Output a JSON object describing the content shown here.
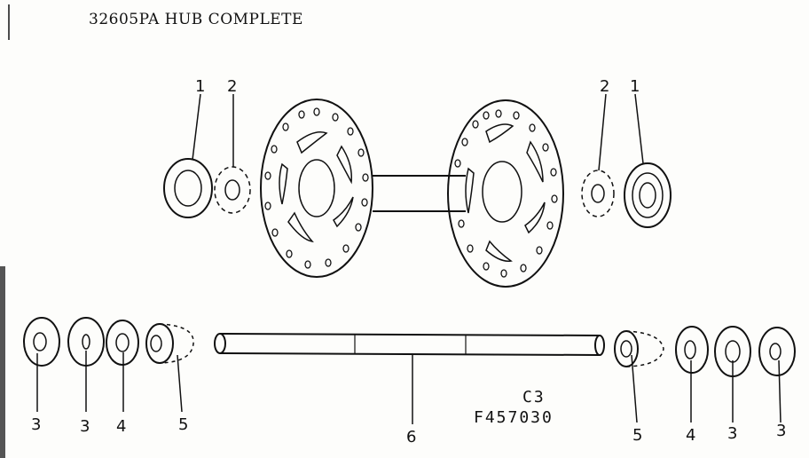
{
  "title": "32605PA HUB COMPLETE",
  "drawing_code": "C3",
  "drawing_number": "F457030",
  "callouts": [
    "1",
    "2",
    "2",
    "1",
    "3",
    "3",
    "4",
    "5",
    "6",
    "5",
    "4",
    "3",
    "3"
  ],
  "colors": {
    "ink": "#111111",
    "paper": "#fdfdfb"
  }
}
